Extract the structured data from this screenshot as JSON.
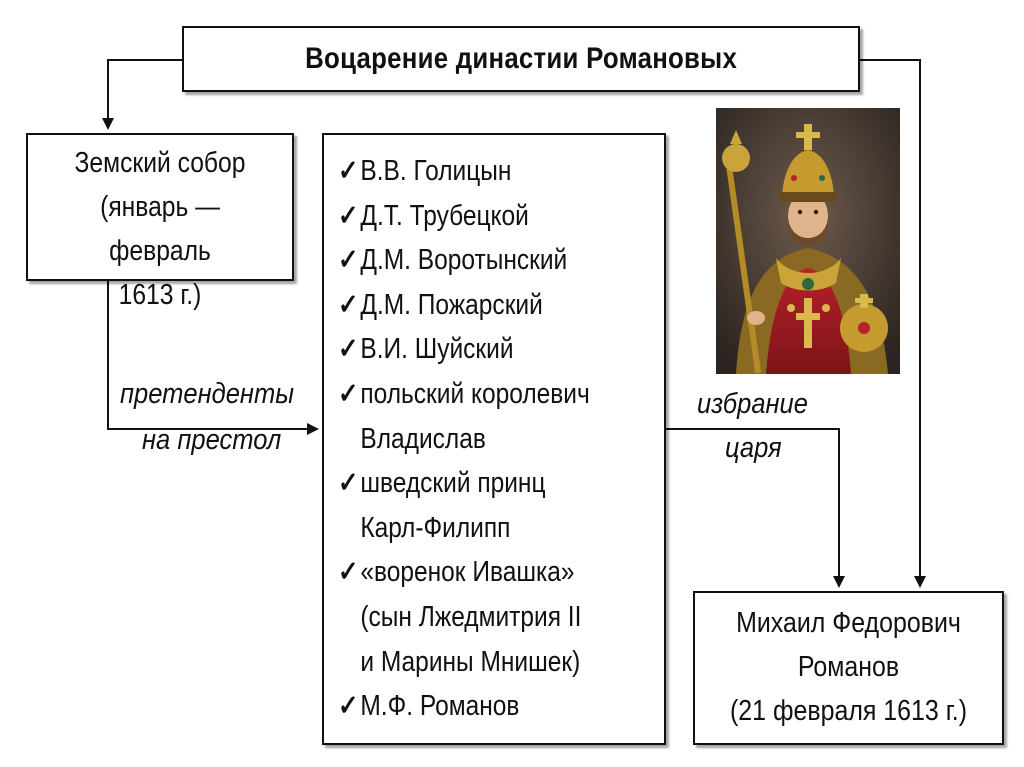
{
  "title": "Воцарение династии Романовых",
  "sobor": [
    "Земский собор",
    "(январь — февраль",
    "1613 г.)"
  ],
  "edge_left": [
    "претенденты",
    "на престол"
  ],
  "edge_right": [
    "избрание",
    "царя"
  ],
  "candidates": [
    [
      "В.В. Голицын"
    ],
    [
      "Д.Т. Трубецкой"
    ],
    [
      "Д.М. Воротынский"
    ],
    [
      "Д.М. Пожарский"
    ],
    [
      "В.И. Шуйский"
    ],
    [
      "польский королевич",
      "Владислав"
    ],
    [
      "шведский принц",
      "Карл-Филипп"
    ],
    [
      "«воренок Ивашка»",
      "(сын Лжедмитрия II",
      "и Марины Мнишек)"
    ],
    [
      "М.Ф. Романов"
    ]
  ],
  "check_mark": "✓",
  "result": [
    "Михаил Федорович",
    "Романов",
    "(21 февраля 1613 г.)"
  ],
  "portrait_icon": "tsar-portrait"
}
